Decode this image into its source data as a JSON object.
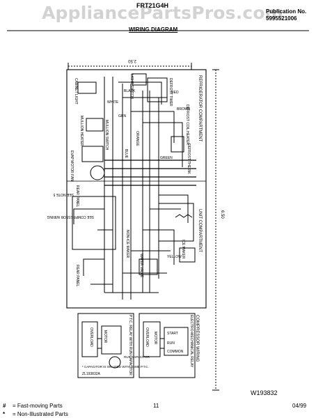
{
  "header": {
    "watermark": "AppliancePartsPros.com",
    "model": "FRT21G4H",
    "publication_label": "Publication No.",
    "publication_number": "5995521006",
    "title": "WIRING DIAGRAM"
  },
  "diagram": {
    "dimensions": {
      "top": "2.50",
      "right": "6.50"
    },
    "sections": {
      "refrigerator": "REFRIGERATOR COMPARTMENT",
      "unit": "UNIT COMPARTMENT",
      "compressor_wiring": "COMPRESSOR WIRING",
      "see_compressor_wiring": "SEE COMPRESSOR WIRING",
      "see_notes": "SEE NOTE 5"
    },
    "components": {
      "cabinet_light": "CABINET LIGHT",
      "light_switch": "LIGHT SWITCH",
      "defrost_timer": "DEFROST TIMER",
      "defrost_coil_heater": "DEFROST COIL HEATER",
      "defrost_therm": "DEFROST THERM.",
      "mullion_heater": "MULLION HEATER",
      "mullion_switch": "MULLION SWITCH",
      "motor_fan": "EVAP MOTOR FAN",
      "rear_panel": "REAR PANEL",
      "rear_panel_2": "REAR PANEL",
      "ice_maker": "ICE MAKER",
      "water_valve": "WATER VALVE",
      "non_ice_maker": "NON-ICE MAKER"
    },
    "wire_colors": {
      "white": "WHITE",
      "black": "BLACK",
      "green": "GREEN",
      "red": "RED",
      "brown": "BROWN",
      "yellow": "YELLOW",
      "orange": "ORANGE",
      "blue": "BLUE",
      "grn": "GRN"
    },
    "inset_left": {
      "title": "P.T.C. RELAY WITH RUN CAPACITOR",
      "overload": "OVERLOAD",
      "motor": "MOTOR",
      "run_capacitor": "RUN CAPACITOR",
      "note": "* CAPACITOR IS ON USED WITH SAME P.T.C.",
      "part": "ZL193832A"
    },
    "inset_right": {
      "title": "ELECTRO-MECHANICAL RELAY",
      "overload": "OVERLOAD",
      "motor": "MOTOR",
      "start": "START",
      "run": "RUN",
      "common": "COMMON"
    },
    "drawing_number": "W193832"
  },
  "footer": {
    "legend": [
      {
        "symbol": "#",
        "text": "= Fast-moving Parts"
      },
      {
        "symbol": "*",
        "text": "= Non-Illustrated Parts"
      }
    ],
    "page": "11",
    "date": "04/99"
  }
}
